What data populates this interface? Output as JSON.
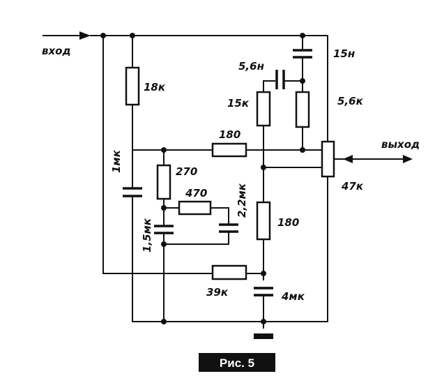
{
  "labels": {
    "input": "вход",
    "output": "выход",
    "r_18k": "18к",
    "c_1mk": "1мк",
    "r_180_h": "180",
    "r_270": "270",
    "r_470": "470",
    "c_2_2mk": "2,2мк",
    "c_1_5mk": "1,5мк",
    "c_5_6n": "5,6н",
    "c_15n": "15н",
    "r_15k": "15к",
    "r_5_6k": "5,6к",
    "pot_47k": "47к",
    "r_180_v": "180",
    "r_39k": "39к",
    "c_4mk": "4мк"
  },
  "caption": "Рис. 5"
}
